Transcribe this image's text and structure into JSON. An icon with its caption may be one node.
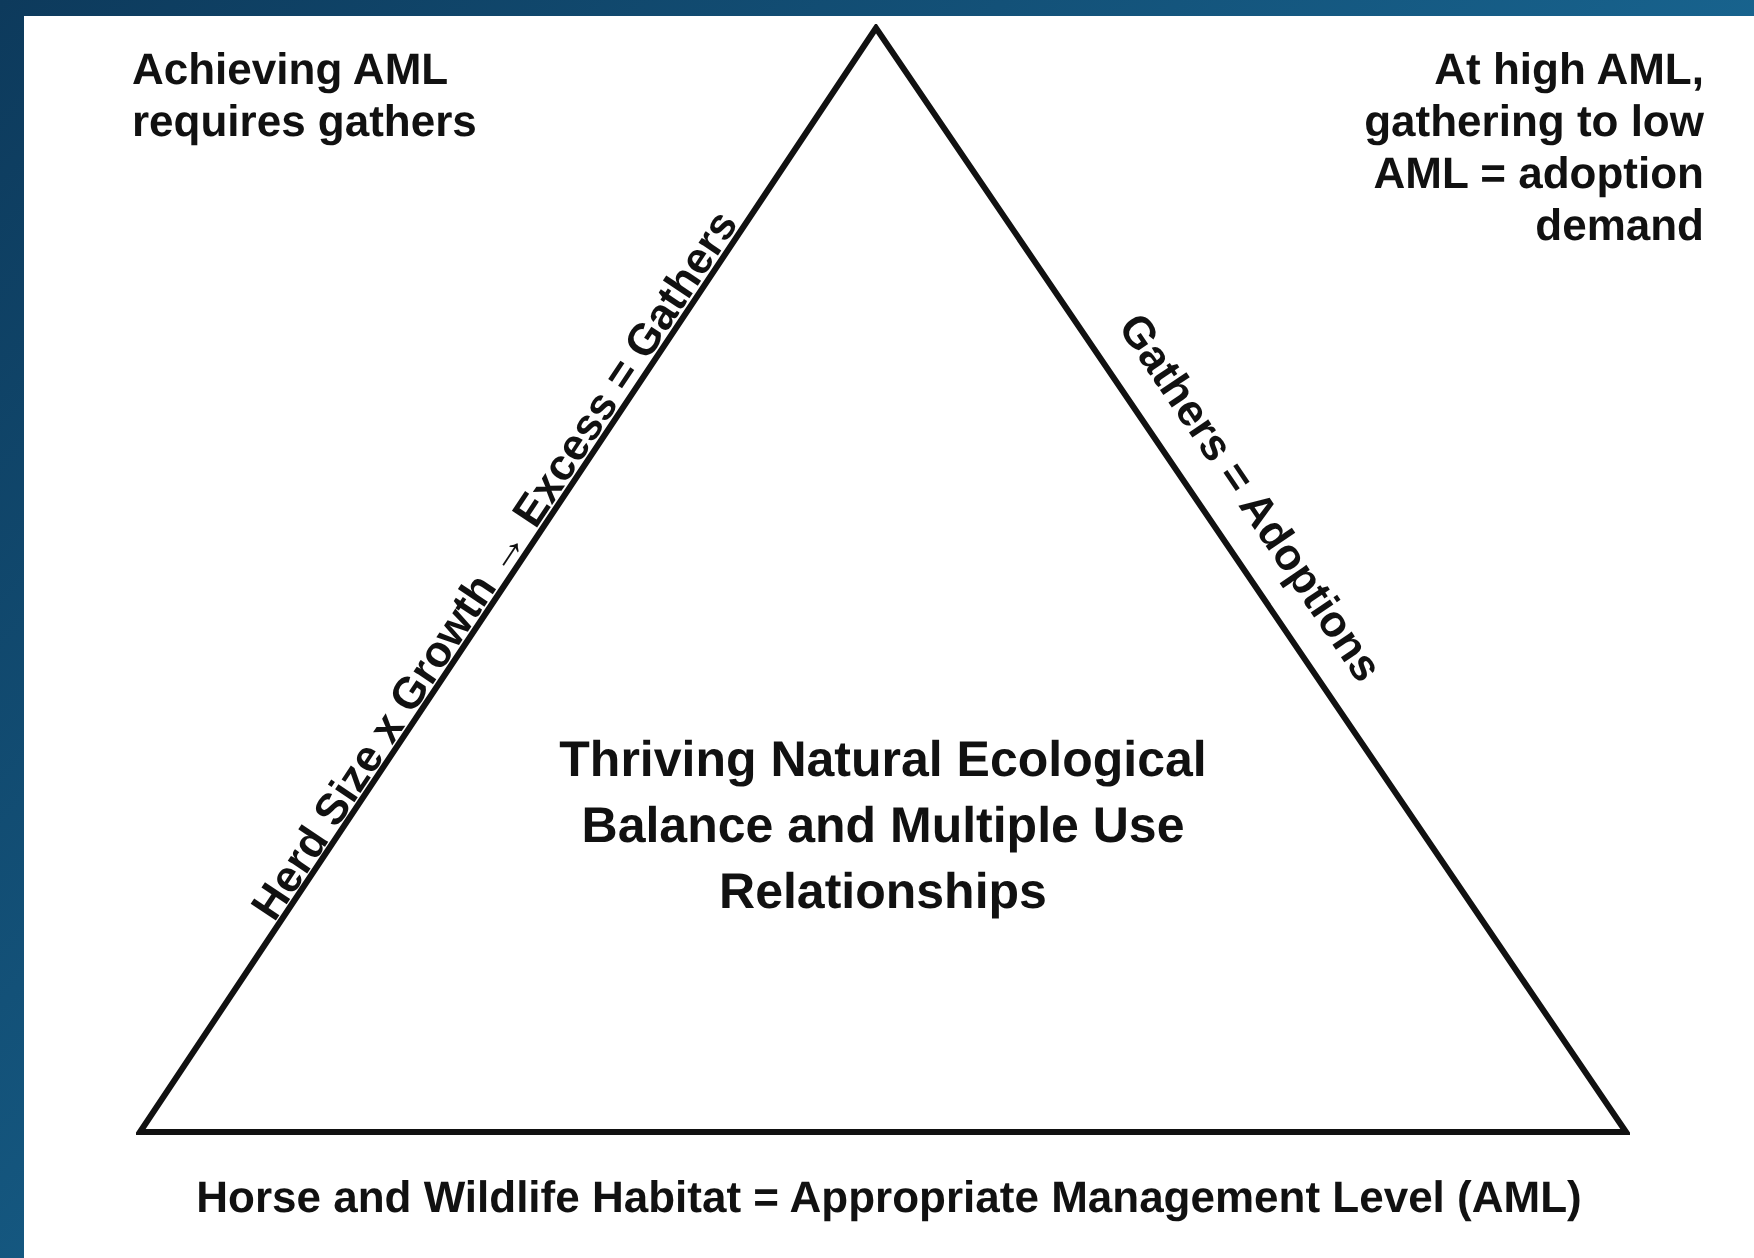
{
  "diagram": {
    "nodes": [
      {
        "text": [
          "Thriving Natural Ecological Balance and Multiple Use Relationships"
        ]
      }
    ],
    "labels": [
      "Achieving AML requires gathers",
      "At high AML, gathering to low AML = adoption demand",
      "Herd Size x Growth → Excess = Gathers",
      "Gathers = Adoptions",
      "Horse and Wildlife Habitat = Appropriate Management Level (AML)"
    ]
  }
}
